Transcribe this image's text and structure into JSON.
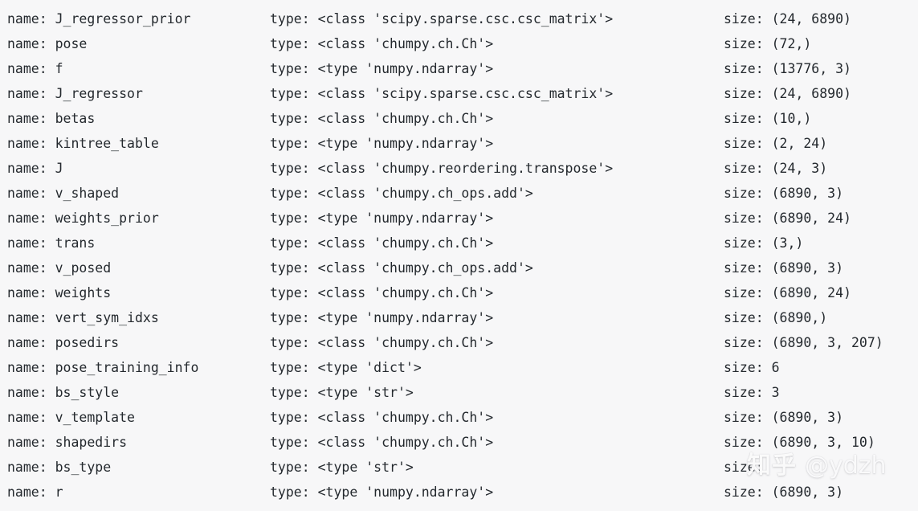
{
  "console": {
    "labels": {
      "name": "name:",
      "type": "type:",
      "size": "size:"
    },
    "rows": [
      {
        "name": "J_regressor_prior",
        "type": "<class 'scipy.sparse.csc.csc_matrix'>",
        "size": "(24, 6890)"
      },
      {
        "name": "pose",
        "type": "<class 'chumpy.ch.Ch'>",
        "size": "(72,)"
      },
      {
        "name": "f",
        "type": "<type 'numpy.ndarray'>",
        "size": "(13776, 3)"
      },
      {
        "name": "J_regressor",
        "type": "<class 'scipy.sparse.csc.csc_matrix'>",
        "size": "(24, 6890)"
      },
      {
        "name": "betas",
        "type": "<class 'chumpy.ch.Ch'>",
        "size": "(10,)"
      },
      {
        "name": "kintree_table",
        "type": "<type 'numpy.ndarray'>",
        "size": "(2, 24)"
      },
      {
        "name": "J",
        "type": "<class 'chumpy.reordering.transpose'>",
        "size": "(24, 3)"
      },
      {
        "name": "v_shaped",
        "type": "<class 'chumpy.ch_ops.add'>",
        "size": "(6890, 3)"
      },
      {
        "name": "weights_prior",
        "type": "<type 'numpy.ndarray'>",
        "size": "(6890, 24)"
      },
      {
        "name": "trans",
        "type": "<class 'chumpy.ch.Ch'>",
        "size": "(3,)"
      },
      {
        "name": "v_posed",
        "type": "<class 'chumpy.ch_ops.add'>",
        "size": "(6890, 3)"
      },
      {
        "name": "weights",
        "type": "<class 'chumpy.ch.Ch'>",
        "size": "(6890, 24)"
      },
      {
        "name": "vert_sym_idxs",
        "type": "<type 'numpy.ndarray'>",
        "size": "(6890,)"
      },
      {
        "name": "posedirs",
        "type": "<class 'chumpy.ch.Ch'>",
        "size": "(6890, 3, 207)"
      },
      {
        "name": "pose_training_info",
        "type": "<type 'dict'>",
        "size": "6"
      },
      {
        "name": "bs_style",
        "type": "<type 'str'>",
        "size": "3"
      },
      {
        "name": "v_template",
        "type": "<class 'chumpy.ch.Ch'>",
        "size": "(6890, 3)"
      },
      {
        "name": "shapedirs",
        "type": "<class 'chumpy.ch.Ch'>",
        "size": "(6890, 3, 10)"
      },
      {
        "name": "bs_type",
        "type": "<type 'str'>",
        "size": ""
      },
      {
        "name": "r",
        "type": "<type 'numpy.ndarray'>",
        "size": "(6890, 3)"
      }
    ]
  },
  "watermark": {
    "site": "知乎",
    "handle": "@ydzh"
  },
  "colors": {
    "background": "#f7f7f8",
    "text": "#24292e",
    "watermark": "#ffffff"
  }
}
